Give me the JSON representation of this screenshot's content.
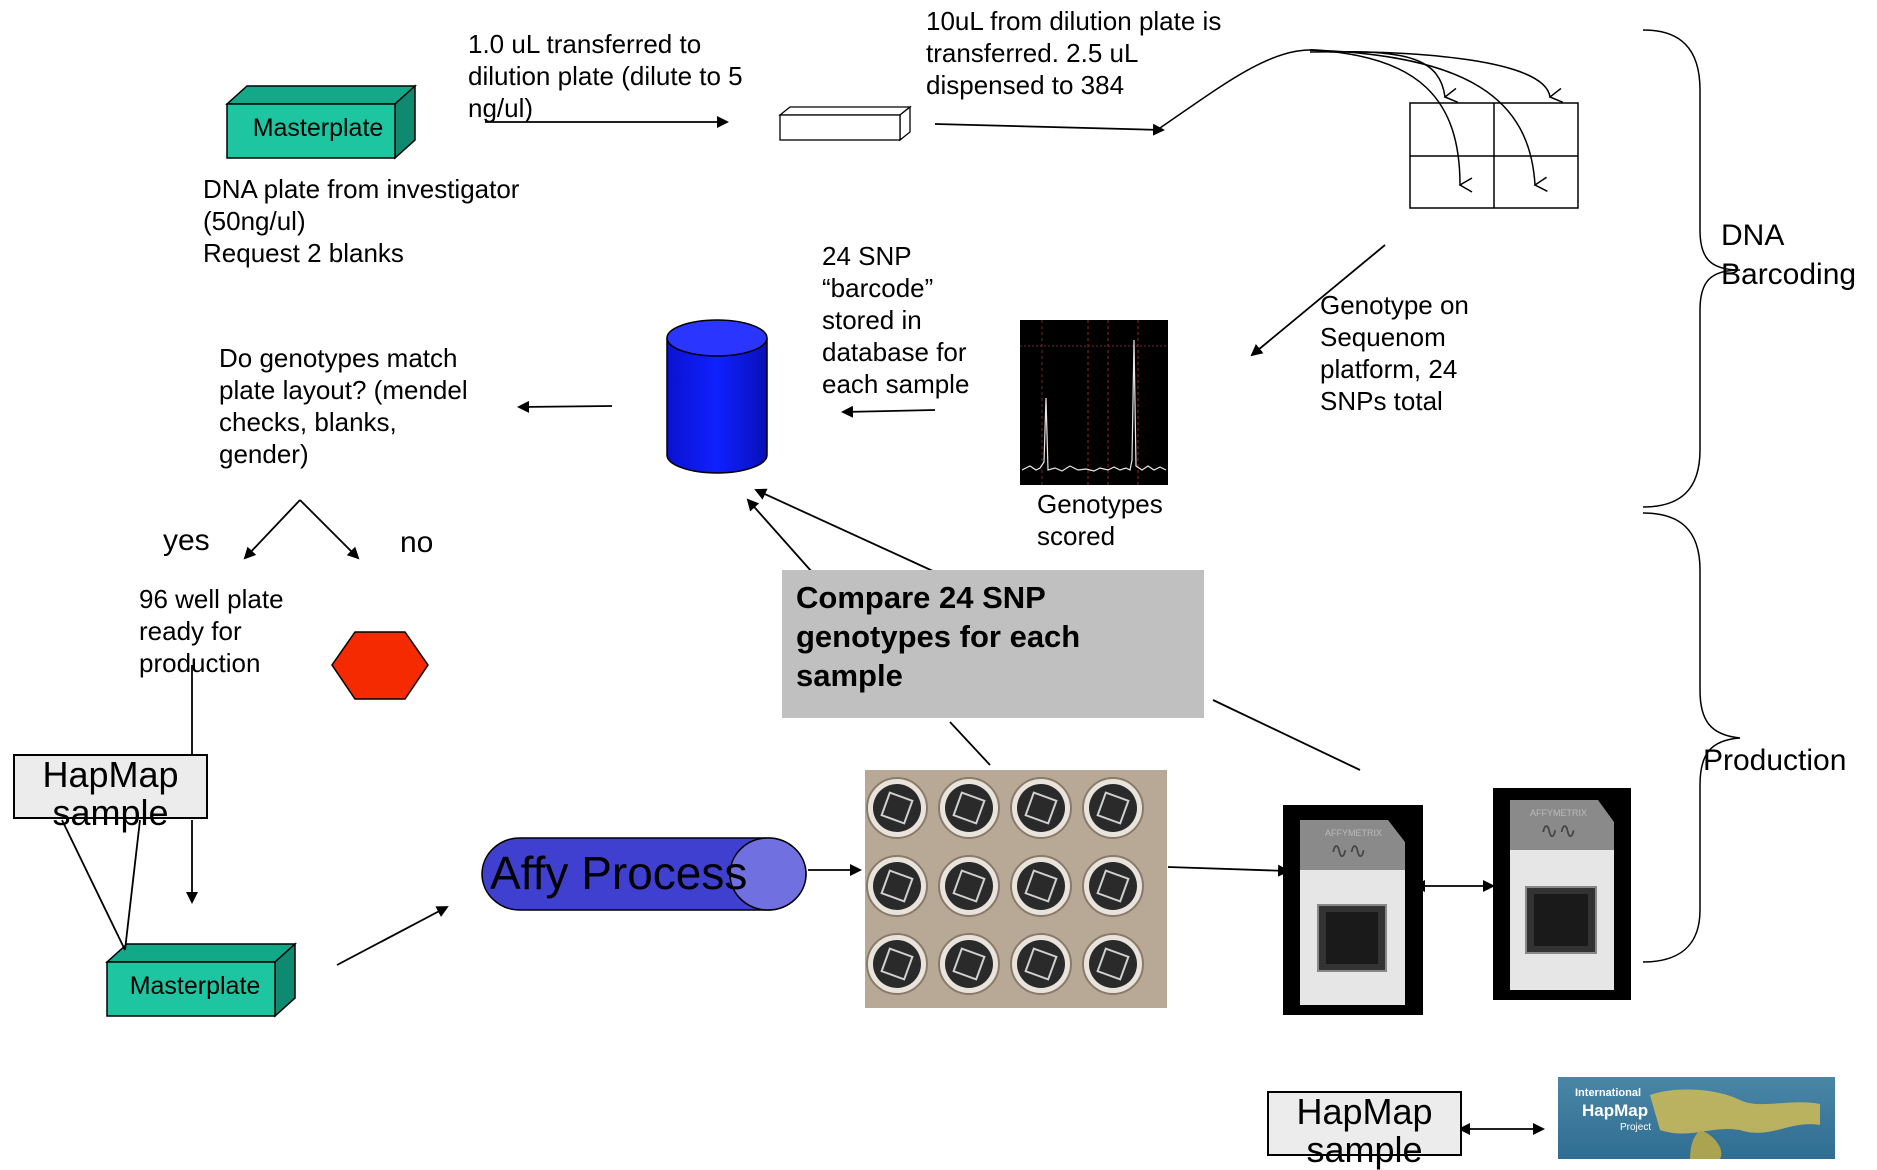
{
  "masterplate_top": {
    "label": "Masterplate"
  },
  "masterplate_bottom": {
    "label": "Masterplate"
  },
  "investigator_note": {
    "text": "DNA plate from investigator\n(50ng/ul)\nRequest 2 blanks"
  },
  "transfer_note": {
    "text": "1.0 uL transferred to\ndilution plate (dilute to 5\nng/ul)"
  },
  "dispense_note": {
    "text": "10uL from dilution plate is\ntransferred.  2.5 uL\ndispensed to 384"
  },
  "barcode_note": {
    "text": "24 SNP\n“barcode”\nstored in\ndatabase for\neach sample"
  },
  "genotype_note": {
    "text": "Genotype on\nSequenom\nplatform, 24\nSNPs total"
  },
  "scored_note": {
    "text": "Genotypes\nscored"
  },
  "match_question": {
    "text": "Do genotypes match\nplate layout? (mendel\nchecks, blanks,\ngender)"
  },
  "yes_label": "yes",
  "no_label": "no",
  "ready_note": {
    "text": "96 well plate\nready for\nproduction"
  },
  "compare_box": {
    "text": "Compare 24 SNP\ngenotypes for each\nsample"
  },
  "hapmap_sample_left": {
    "text": "HapMap\nsample"
  },
  "hapmap_sample_bottom": {
    "text": "HapMap\nsample"
  },
  "affy_process": {
    "label": "Affy Process"
  },
  "section_barcoding": {
    "text": "DNA\nBarcoding"
  },
  "section_production": {
    "text": "Production"
  },
  "affy_chip_brand": "AFFYMETRIX",
  "hapmap_logo_text": [
    "International",
    "HapMap",
    "Project"
  ],
  "colors": {
    "teal_box": "#1dc6a0",
    "database_blue": "#0f1bf5",
    "stop_red": "#f52a00",
    "affy_purple": "#4040d0",
    "affy_light": "#7070e0",
    "gray_box": "#c0c0c0"
  }
}
